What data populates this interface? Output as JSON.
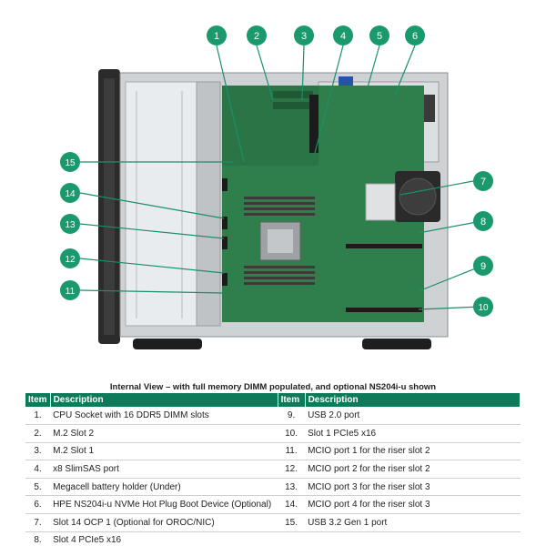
{
  "figure": {
    "callouts": [
      "1",
      "2",
      "3",
      "4",
      "5",
      "6",
      "7",
      "8",
      "9",
      "10",
      "11",
      "12",
      "13",
      "14",
      "15"
    ],
    "accent_color": "#1a8f6a",
    "callout_color": "#1a9a6c"
  },
  "caption": "Internal View – with full memory DIMM populated, and optional NS204i-u shown",
  "table": {
    "headers": {
      "item": "Item",
      "description": "Description"
    },
    "left": [
      {
        "item": "1.",
        "desc": "CPU Socket with 16 DDR5 DIMM slots"
      },
      {
        "item": "2.",
        "desc": "M.2 Slot 2"
      },
      {
        "item": "3.",
        "desc": "M.2 Slot 1"
      },
      {
        "item": "4.",
        "desc": "x8 SlimSAS port"
      },
      {
        "item": "5.",
        "desc": "Megacell battery holder (Under)"
      },
      {
        "item": "6.",
        "desc": "HPE NS204i-u NVMe Hot Plug Boot Device (Optional)"
      },
      {
        "item": "7.",
        "desc": "Slot 14 OCP 1 (Optional for OROC/NIC)"
      },
      {
        "item": "8.",
        "desc": "Slot 4 PCIe5 x16"
      }
    ],
    "right": [
      {
        "item": "9.",
        "desc": "USB 2.0 port"
      },
      {
        "item": "10.",
        "desc": "Slot 1 PCIe5 x16"
      },
      {
        "item": "11.",
        "desc": "MCIO port 1 for the riser slot 2"
      },
      {
        "item": "12.",
        "desc": "MCIO port 2 for the riser slot 2"
      },
      {
        "item": "13.",
        "desc": "MCIO port 3 for the riser slot 3"
      },
      {
        "item": "14.",
        "desc": "MCIO port 4 for the riser slot 3"
      },
      {
        "item": "15.",
        "desc": "USB 3.2 Gen 1 port"
      },
      {
        "item": "",
        "desc": ""
      }
    ]
  }
}
